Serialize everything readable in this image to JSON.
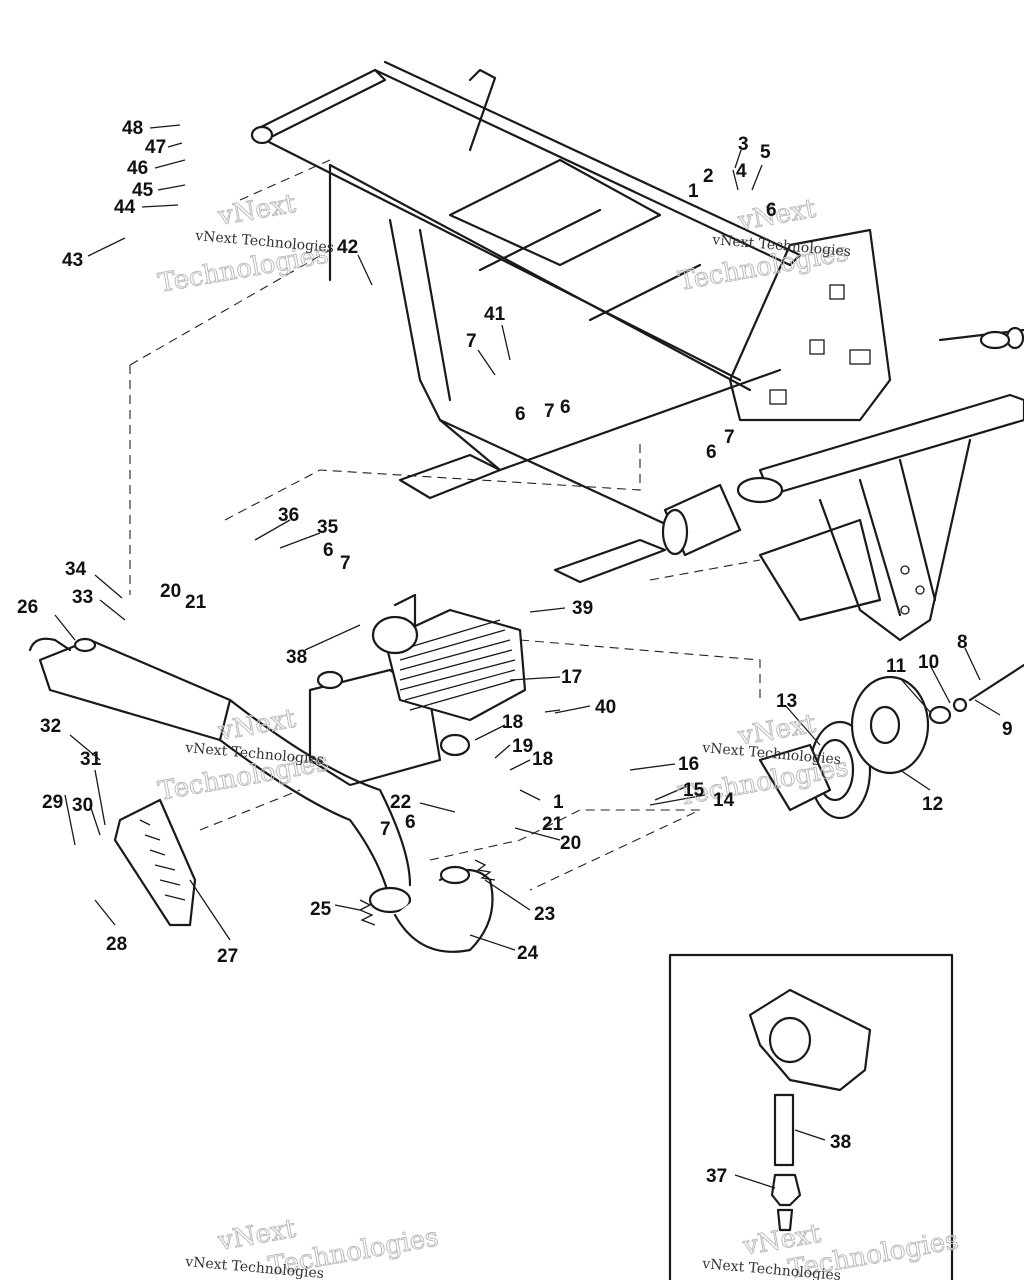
{
  "watermark": {
    "line1": "vNext",
    "line2": "Technologies",
    "small": "vNext Technologies"
  },
  "callouts": [
    "1",
    "2",
    "3",
    "4",
    "5",
    "6",
    "7",
    "8",
    "9",
    "10",
    "11",
    "12",
    "13",
    "14",
    "15",
    "16",
    "17",
    "18",
    "19",
    "20",
    "21",
    "22",
    "23",
    "24",
    "25",
    "26",
    "27",
    "28",
    "29",
    "30",
    "31",
    "32",
    "33",
    "34",
    "35",
    "36",
    "37",
    "38",
    "39",
    "40",
    "41",
    "42",
    "43",
    "44",
    "45",
    "46",
    "47",
    "48"
  ]
}
